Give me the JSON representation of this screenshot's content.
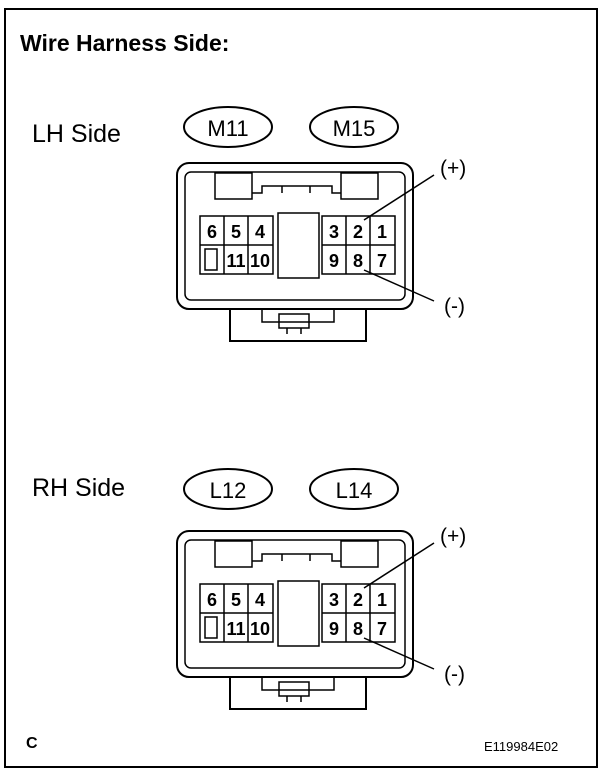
{
  "heading": "Wire Harness Side:",
  "corner_mark": "C",
  "figure_id": "E119984E02",
  "connectors": [
    {
      "side_label": "LH Side",
      "connector_ids": [
        "M11",
        "M15"
      ],
      "pins_upper_left": [
        "6",
        "5",
        "4"
      ],
      "pins_lower_left": [
        "11",
        "10"
      ],
      "pins_upper_right": [
        "3",
        "2",
        "1"
      ],
      "pins_lower_right": [
        "9",
        "8",
        "7"
      ],
      "positive_label": "(+)",
      "negative_label": "(-)"
    },
    {
      "side_label": "RH Side",
      "connector_ids": [
        "L12",
        "L14"
      ],
      "pins_upper_left": [
        "6",
        "5",
        "4"
      ],
      "pins_lower_left": [
        "11",
        "10"
      ],
      "pins_upper_right": [
        "3",
        "2",
        "1"
      ],
      "pins_lower_right": [
        "9",
        "8",
        "7"
      ],
      "positive_label": "(+)",
      "negative_label": "(-)"
    }
  ]
}
